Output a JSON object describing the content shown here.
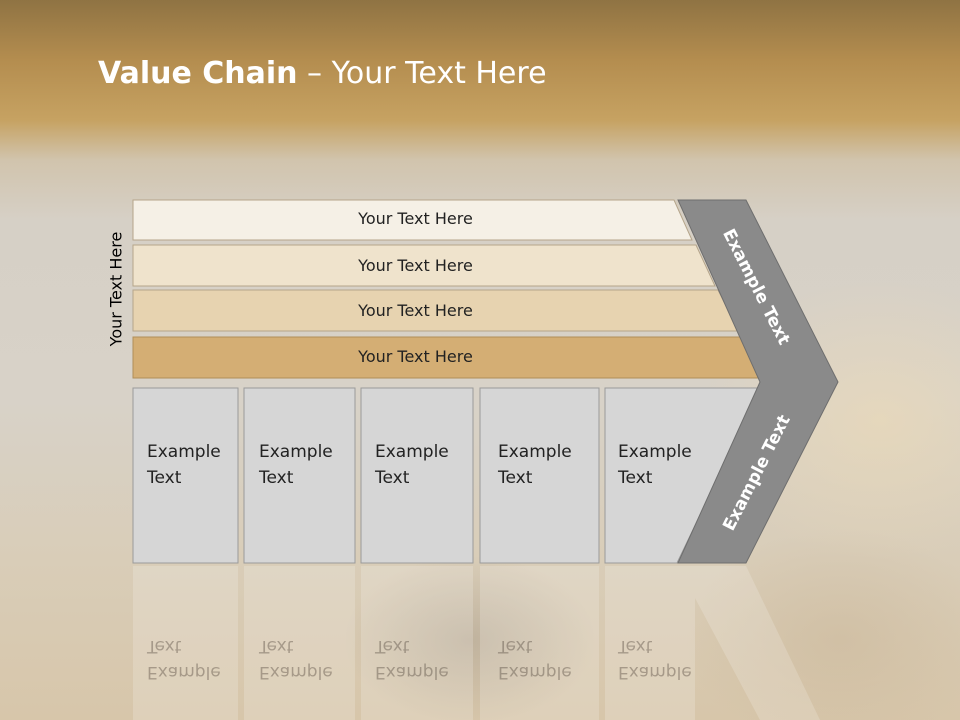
{
  "title": {
    "bold": "Value Chain",
    "rest": " – Your Text Here"
  },
  "side_label": "Your Text Here",
  "bars": [
    {
      "label": "Your Text Here",
      "color": "#f5f0e6"
    },
    {
      "label": "Your Text Here",
      "color": "#efe3cc"
    },
    {
      "label": "Your Text Here",
      "color": "#e7d3b0"
    },
    {
      "label": "Your Text Here",
      "color": "#d4ae74"
    }
  ],
  "cells": [
    {
      "line1": "Example",
      "line2": "Text"
    },
    {
      "line1": "Example",
      "line2": "Text"
    },
    {
      "line1": "Example",
      "line2": "Text"
    },
    {
      "line1": "Example",
      "line2": "Text"
    },
    {
      "line1": "Example",
      "line2": "Text"
    }
  ],
  "chevron": {
    "top_label": "Example Text",
    "bottom_label": "Example Text",
    "color": "#8a8a8a"
  },
  "colors": {
    "cell_fill": "#d6d6d6",
    "cell_border": "#9a9a9a"
  }
}
